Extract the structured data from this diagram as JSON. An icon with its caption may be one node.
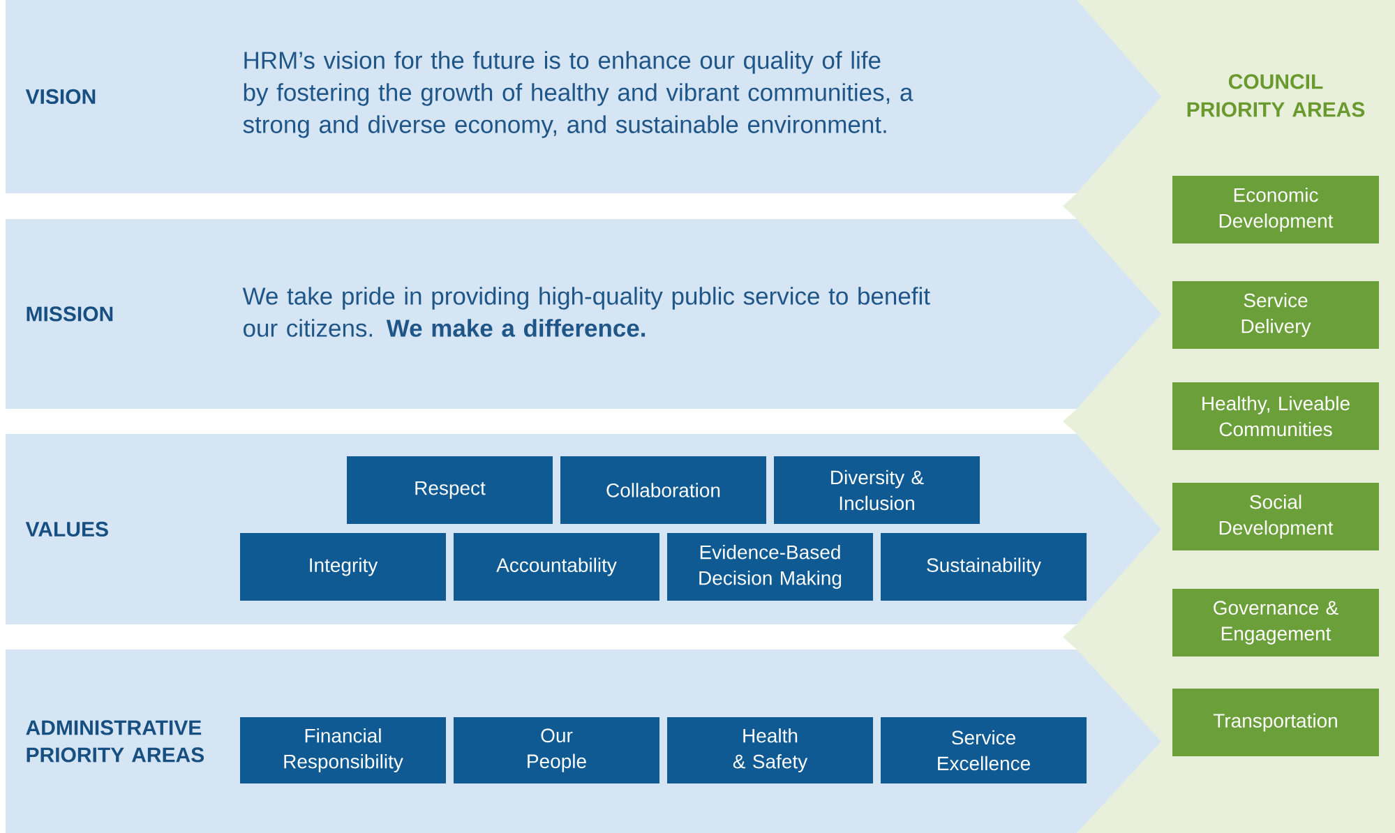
{
  "diagram": {
    "nodes": [
      {
        "text": [
          "VISION",
          "HRM’s vision for the future is to enhance our quality of life by fostering the growth of healthy and vibrant communities, a strong and diverse economy, and sustainable environment."
        ]
      },
      {
        "text": [
          "MISSION",
          "We take pride in providing high-quality public service to benefit our citizens. **We make a difference.**"
        ]
      },
      {
        "text": [
          "VALUES"
        ]
      },
      {
        "text": [
          "Respect"
        ],
        "in": 2
      },
      {
        "text": [
          "Collaboration"
        ],
        "in": 2
      },
      {
        "text": [
          "Diversity & Inclusion"
        ],
        "in": 2
      },
      {
        "text": [
          "Integrity"
        ],
        "in": 2
      },
      {
        "text": [
          "Accountability"
        ],
        "in": 2
      },
      {
        "text": [
          "Evidence-Based Decision Making"
        ],
        "in": 2
      },
      {
        "text": [
          "Sustainability"
        ],
        "in": 2
      },
      {
        "text": [
          "ADMINISTRATIVE PRIORITY AREAS"
        ]
      },
      {
        "text": [
          "Financial Responsibility"
        ],
        "in": 10
      },
      {
        "text": [
          "Our People"
        ],
        "in": 10
      },
      {
        "text": [
          "Health & Safety"
        ],
        "in": 10
      },
      {
        "text": [
          "Service Excellence"
        ],
        "in": 10
      },
      {
        "text": [
          "COUNCIL PRIORITY AREAS"
        ]
      },
      {
        "text": [
          "Economic Development"
        ],
        "in": 15
      },
      {
        "text": [
          "Service Delivery"
        ],
        "in": 15
      },
      {
        "text": [
          "Healthy, Liveable Communities"
        ],
        "in": 15
      },
      {
        "text": [
          "Social Development"
        ],
        "in": 15
      },
      {
        "text": [
          "Governance & Engagement"
        ],
        "in": 15
      },
      {
        "text": [
          "Transportation"
        ],
        "in": 15
      }
    ]
  }
}
